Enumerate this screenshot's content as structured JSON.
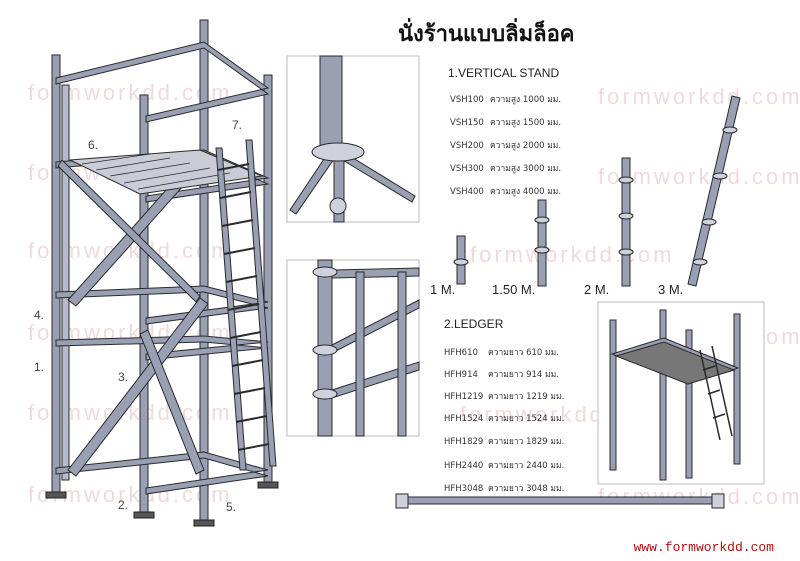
{
  "title": "นั่งร้านแบบลิ่มล็อค",
  "watermark": "formworkdd.com",
  "website": "www.formworkdd.com",
  "callouts": [
    "1.",
    "2.",
    "3.",
    "4.",
    "5.",
    "6.",
    "7."
  ],
  "vertical_stand": {
    "heading": "1.VERTICAL STAND",
    "rows": [
      {
        "code": "VSH100",
        "desc": "ความสูง 1000 มม."
      },
      {
        "code": "VSH150",
        "desc": "ความสูง 1500 มม."
      },
      {
        "code": "VSH200",
        "desc": "ความสูง 2000 มม."
      },
      {
        "code": "VSH300",
        "desc": "ความสูง 3000 มม."
      },
      {
        "code": "VSH400",
        "desc": "ความสูง 4000 มม."
      }
    ],
    "size_labels": [
      "1 M.",
      "1.50 M.",
      "2 M.",
      "3 M."
    ]
  },
  "ledger": {
    "heading": "2.LEDGER",
    "rows": [
      {
        "code": "HFH610",
        "desc": "ความยาว 610 มม."
      },
      {
        "code": "HFH914",
        "desc": "ความยาว 914 มม."
      },
      {
        "code": "HFH1219",
        "desc": "ความยาว 1219 มม."
      },
      {
        "code": "HFH1524",
        "desc": "ความยาว 1524 มม."
      },
      {
        "code": "HFH1829",
        "desc": "ความยาว 1829 มม."
      },
      {
        "code": "HFH2440",
        "desc": "ความยาว 2440 มม."
      },
      {
        "code": "HFH3048",
        "desc": "ความยาว 3048 มม."
      }
    ]
  },
  "colors": {
    "steel": "#9aa0b4",
    "outline": "#2a2a2a",
    "watermark": "#f1dada",
    "website": "#b21010"
  }
}
